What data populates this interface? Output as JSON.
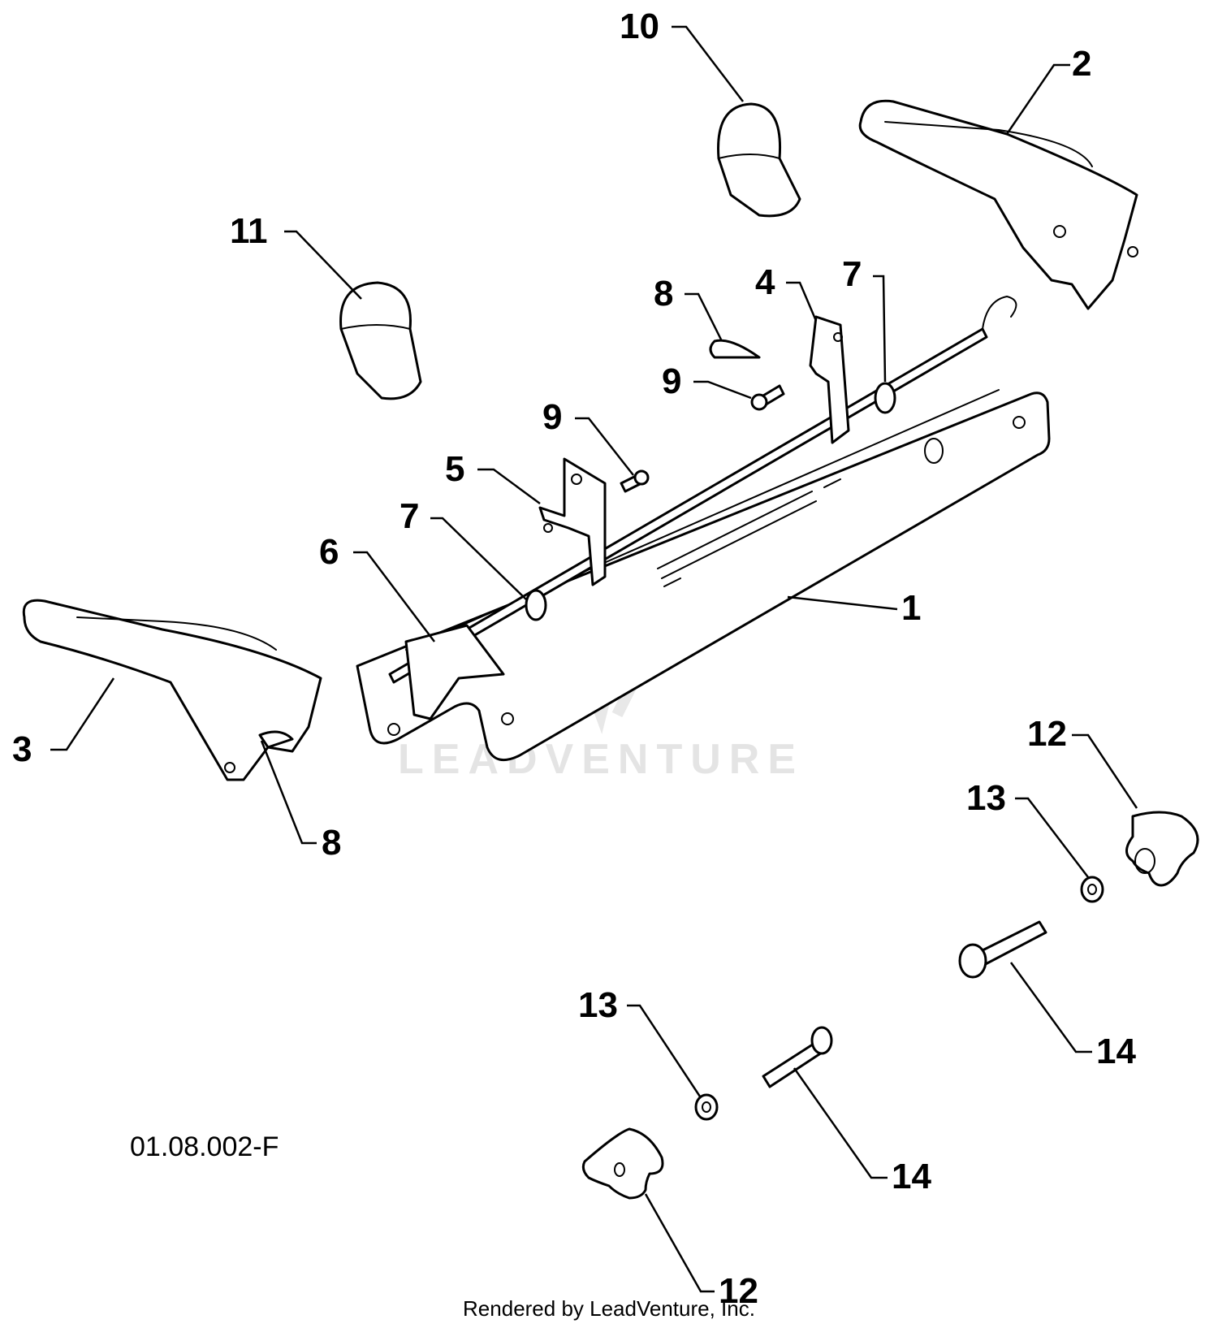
{
  "watermark": "LEADVENTURE",
  "diagram_code": "01.08.002-F",
  "credit": "Rendered by LeadVenture, Inc.",
  "callouts": [
    "1",
    "2",
    "3",
    "4",
    "5",
    "6",
    "7",
    "7",
    "8",
    "8",
    "9",
    "9",
    "10",
    "11",
    "12",
    "12",
    "13",
    "13",
    "14",
    "14"
  ]
}
